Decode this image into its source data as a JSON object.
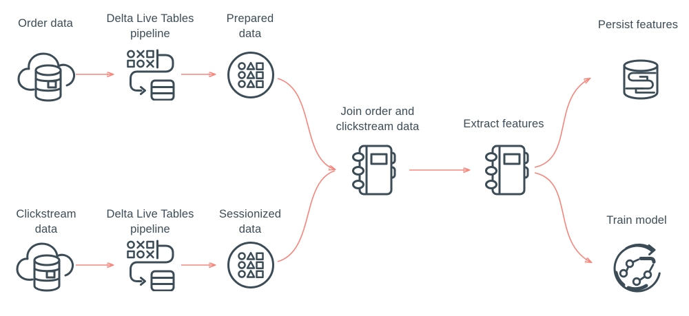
{
  "colors": {
    "ink": "#3C4C56",
    "arrow": "#F6857B",
    "background": "#FFFFFF"
  },
  "nodes": {
    "order_data": {
      "label": "Order data",
      "line1": "Order data",
      "icon": "cloud-database-icon"
    },
    "dlt_top": {
      "label": "Delta Live Tables pipeline",
      "line1": "Delta Live Tables",
      "line2": "pipeline",
      "icon": "dlt-pipeline-icon"
    },
    "prepared": {
      "label": "Prepared data",
      "line1": "Prepared",
      "line2": "data",
      "icon": "dataset-circle-icon"
    },
    "clickstream": {
      "label": "Clickstream data",
      "line1": "Clickstream",
      "line2": "data",
      "icon": "cloud-database-icon"
    },
    "dlt_bottom": {
      "label": "Delta Live Tables pipeline",
      "line1": "Delta Live Tables",
      "line2": "pipeline",
      "icon": "dlt-pipeline-icon"
    },
    "sessionized": {
      "label": "Sessionized data",
      "line1": "Sessionized",
      "line2": "data",
      "icon": "dataset-circle-icon"
    },
    "join": {
      "label": "Join order and clickstream data",
      "line1": "Join order and",
      "line2": "clickstream data",
      "icon": "notebook-icon"
    },
    "extract": {
      "label": "Extract features",
      "line1": "Extract features",
      "icon": "notebook-icon"
    },
    "persist": {
      "label": "Persist features",
      "line1": "Persist features",
      "icon": "feature-store-icon"
    },
    "train": {
      "label": "Train model",
      "line1": "Train model",
      "icon": "model-training-icon"
    }
  },
  "edges": [
    {
      "from": "order_data",
      "to": "dlt_top"
    },
    {
      "from": "dlt_top",
      "to": "prepared"
    },
    {
      "from": "prepared",
      "to": "join"
    },
    {
      "from": "clickstream",
      "to": "dlt_bottom"
    },
    {
      "from": "dlt_bottom",
      "to": "sessionized"
    },
    {
      "from": "sessionized",
      "to": "join"
    },
    {
      "from": "join",
      "to": "extract"
    },
    {
      "from": "extract",
      "to": "persist"
    },
    {
      "from": "extract",
      "to": "train"
    }
  ]
}
